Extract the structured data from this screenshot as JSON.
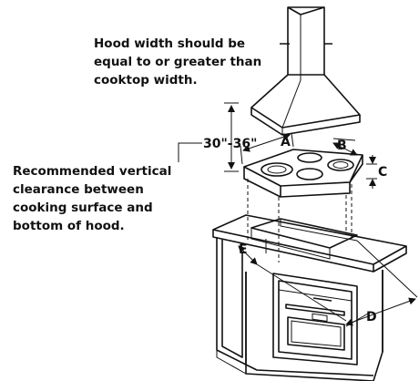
{
  "notes": {
    "hood_line1": "Hood width should be",
    "hood_line2": "equal to or greater than",
    "hood_line3": "cooktop width.",
    "clear_line1": "Recommended vertical",
    "clear_line2": "clearance between",
    "clear_line3": "cooking surface and",
    "clear_line4": "bottom of hood."
  },
  "dimensions": {
    "vertical": "30\"-36\"",
    "a": "A",
    "b": "B",
    "c": "C",
    "d": "D",
    "e": "E"
  }
}
